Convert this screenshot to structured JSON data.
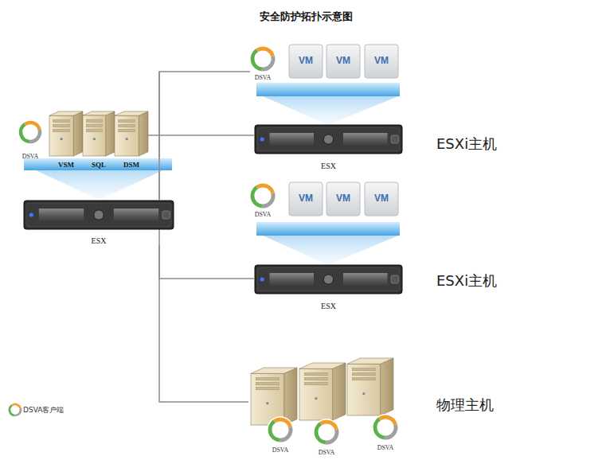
{
  "diagram": {
    "title": "安全防护拓扑示意图",
    "nodes": [
      {
        "text": [
          "DSVA"
        ]
      },
      {
        "text": [
          "VSM"
        ]
      },
      {
        "text": [
          "SQL"
        ]
      },
      {
        "text": [
          "DSM"
        ]
      },
      {
        "text": [
          "ESX"
        ]
      },
      {
        "text": [
          "DSVA"
        ]
      },
      {
        "text": [
          "VM"
        ]
      },
      {
        "text": [
          "VM"
        ]
      },
      {
        "text": [
          "VM"
        ]
      },
      {
        "text": [
          "ESX"
        ]
      },
      {
        "text": [
          "DSVA"
        ]
      },
      {
        "text": [
          "VM"
        ]
      },
      {
        "text": [
          "VM"
        ]
      },
      {
        "text": [
          "VM"
        ]
      },
      {
        "text": [
          "ESX"
        ]
      },
      {
        "text": [
          "DSVA"
        ]
      },
      {
        "text": [
          "DSVA"
        ]
      },
      {
        "text": [
          "DSVA"
        ]
      }
    ],
    "edges": [
      {
        "from": 4,
        "to": 5,
        "arrow": "none"
      },
      {
        "from": 3,
        "to": 9,
        "arrow": "none"
      },
      {
        "from": 4,
        "to": 14,
        "arrow": "none"
      }
    ],
    "labels": [
      "ESXi主机",
      "ESXi主机",
      "物理主机"
    ],
    "legend": [
      {
        "text": "DSVA客户端"
      }
    ]
  }
}
